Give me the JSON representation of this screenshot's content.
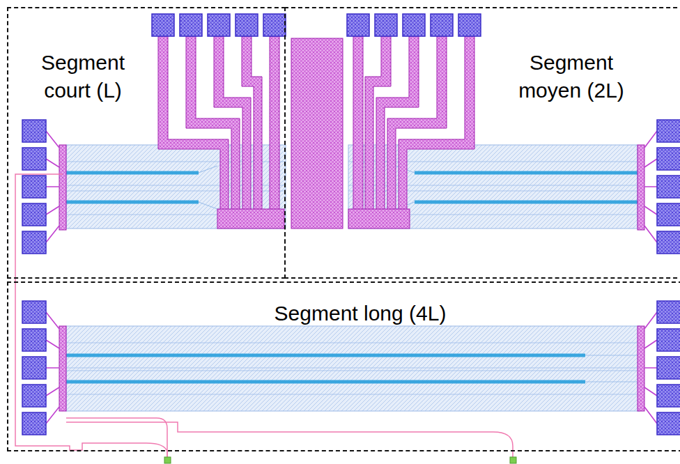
{
  "diagram": {
    "nodes": [
      {
        "text": [
          "Segment court (L)"
        ]
      },
      {
        "text": [
          "Segment moyen (2L)"
        ]
      },
      {
        "text": [
          "Segment long (4L)"
        ]
      }
    ]
  }
}
